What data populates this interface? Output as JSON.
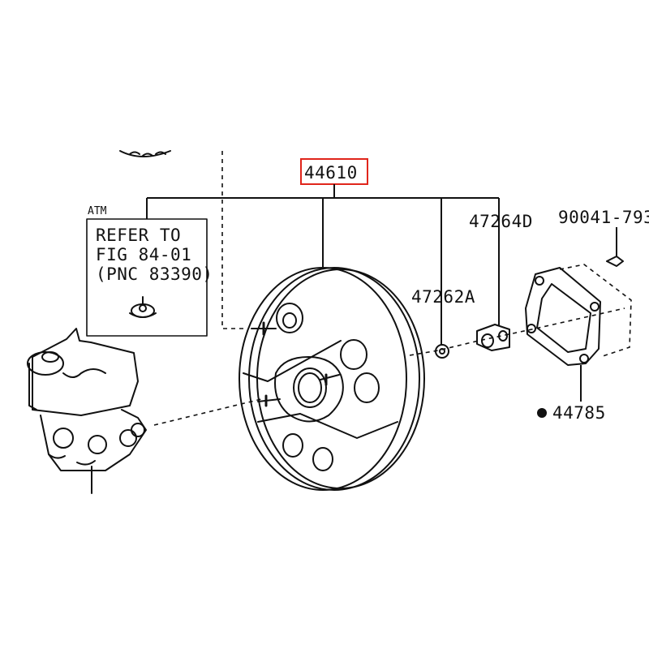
{
  "diagram": {
    "main_part": {
      "number": "44610",
      "highlight_color": "#e0251b"
    },
    "parts": [
      {
        "id": "part-47264d",
        "number": "47264D"
      },
      {
        "id": "part-47262a",
        "number": "47262A"
      },
      {
        "id": "part-90041",
        "number": "90041-793"
      },
      {
        "id": "part-44785",
        "number": "44785"
      }
    ],
    "atm_box": {
      "tag": "ATM",
      "line1": "REFER TO",
      "line2": "FIG 84-01",
      "line3": "(PNC 83390)"
    }
  }
}
